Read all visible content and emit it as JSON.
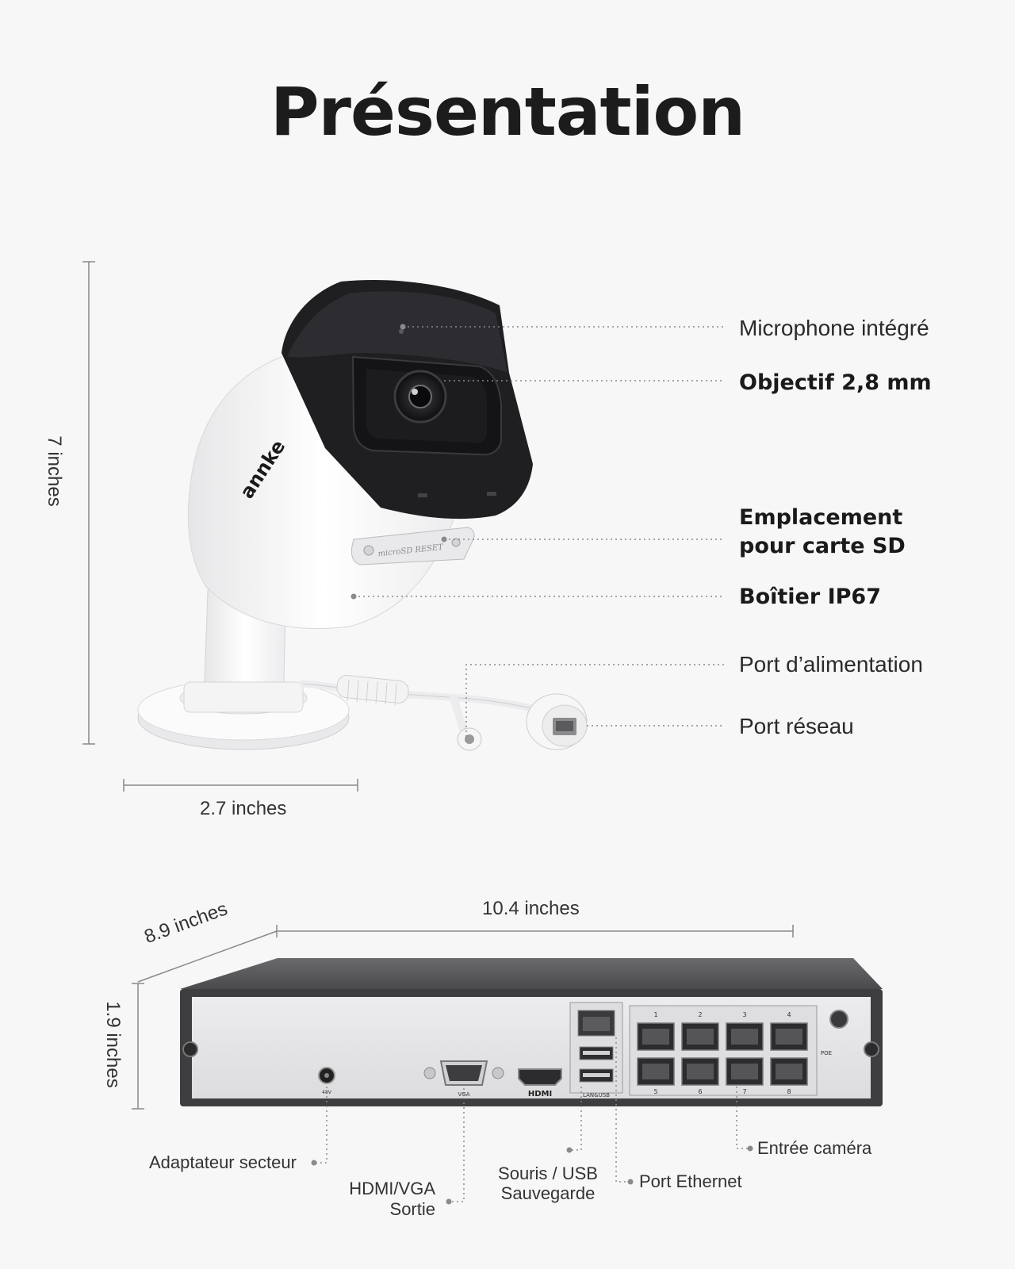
{
  "title": "Présentation",
  "camera": {
    "brand": "annke",
    "sd_cover_text": "microSD RESET",
    "labels": {
      "microphone": "Microphone intégré",
      "lens": "Objectif 2,8 mm",
      "sd_line1": "Emplacement",
      "sd_line2": "pour carte SD",
      "housing": "Boîtier IP67",
      "power": "Port d’alimentation",
      "network": "Port réseau"
    },
    "dimensions": {
      "height": "7 inches",
      "width": "2.7 inches"
    }
  },
  "nvr": {
    "dimensions": {
      "depth": "8.9 inches",
      "width": "10.4 inches",
      "height": "1.9 inches"
    },
    "labels": {
      "power_adapter": "Adaptateur secteur",
      "video_out_line1": "HDMI/VGA",
      "video_out_line2": "Sortie",
      "usb_line1": "Souris / USB",
      "usb_line2": "Sauvegarde",
      "ethernet": "Port Ethernet",
      "camera_input": "Entrée caméra"
    },
    "port_text": {
      "vga": "VGA",
      "hdmi": "HDMI",
      "lan_usb": "LAN&USB",
      "poe": "POE",
      "dc": "48V",
      "poe_numbers_top": [
        "1",
        "2",
        "3",
        "4"
      ],
      "poe_numbers_bottom": [
        "5",
        "6",
        "7",
        "8"
      ]
    }
  }
}
